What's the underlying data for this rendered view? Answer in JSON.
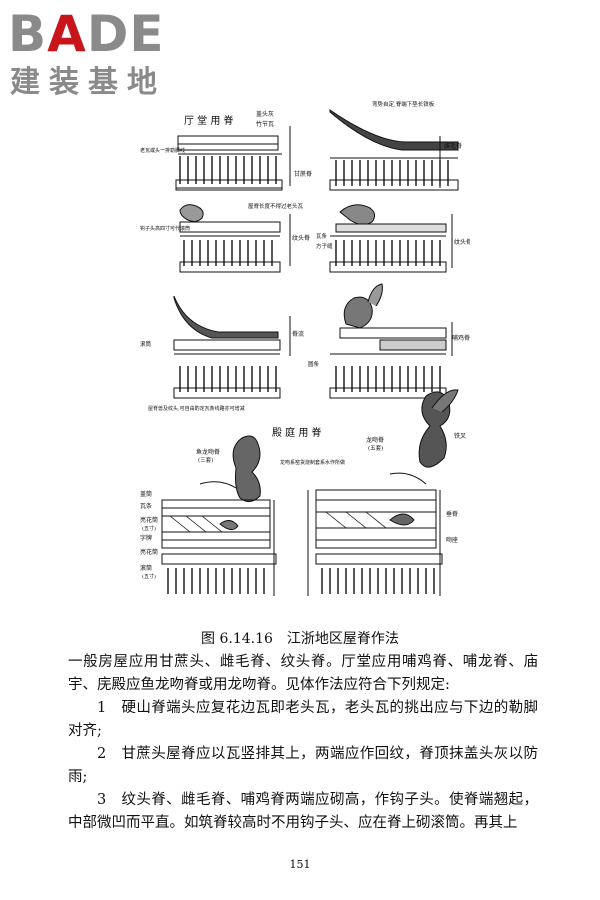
{
  "logo": {
    "brand_prefix": "B",
    "brand_accent": "A",
    "brand_suffix": "DE",
    "subtitle": "建装基地",
    "brand_color": "#8a8a8a",
    "accent_color": "#c8141b"
  },
  "figure": {
    "hall_title": "厅 堂 用 脊",
    "palace_title": "殿 庭 用 脊",
    "labels": {
      "gaitou_hui": "盖头灰",
      "zhujie_wa": "竹节瓦",
      "laowa": "老瓦或头一排勒脚线",
      "ganzhe_ji": "甘蔗脊",
      "wanxu_note": "弯势自定,脊端下垫长铁板",
      "diaomao_ji": "雌毛脊",
      "wuji_note": "屋脊长度不得过老头瓦",
      "gouzitou": "钩子头高四寸可代滚筒",
      "wentou_ji": "纹头脊",
      "wentou_ji2": "纹头脊",
      "wa_tiao": "瓦条",
      "fangzi_feng": "方子缝",
      "ji_liu": "脊流",
      "gunjian": "滚筒",
      "yuan_tiao": "圆条",
      "longji": "哺鸡脊",
      "wen_note": "屋脊兽及纹头,可自由酌定瓦条线路亦可增减",
      "xiaolongwen": "鱼龙吻脊",
      "xiaolongwen_sub": "(三套)",
      "longwenji": "龙吻脊",
      "longwenji_sub": "(五套)",
      "longwen_note": "龙吻系窑货烧制套系水作所做",
      "tiecha": "铁叉",
      "gaitong": "盖筒",
      "wa_tiao2": "瓦条",
      "lianghua_tong": "亮花筒",
      "lianghua_sub": "(五寸)",
      "zipai": "字牌",
      "lianghua_tong2": "亮花筒",
      "gun_tong": "滚筒",
      "gun_sub": "(五寸)",
      "jiaji": "垂脊",
      "zhuji": "吻座"
    }
  },
  "caption": "图 6.14.16　江浙地区屋脊作法",
  "paragraphs": [
    "一般房屋应用甘蔗头、雌毛脊、纹头脊。厅堂应用哺鸡脊、哺龙脊、庙宇、庑殿应鱼龙吻脊或用龙吻脊。见体作法应符合下列规定:",
    "1　硬山脊端头应复花边瓦即老头瓦，老头瓦的挑出应与下边的勒脚对齐;",
    "2　甘蔗头屋脊应以瓦竖排其上，两端应作回纹，脊顶抹盖头灰以防雨;",
    "3　纹头脊、雌毛脊、哺鸡脊两端应砌高，作钩子头。使脊端翘起，中部微凹而平直。如筑脊较高时不用钩子头、应在脊上砌滚筒。再其上"
  ],
  "page_number": "151"
}
